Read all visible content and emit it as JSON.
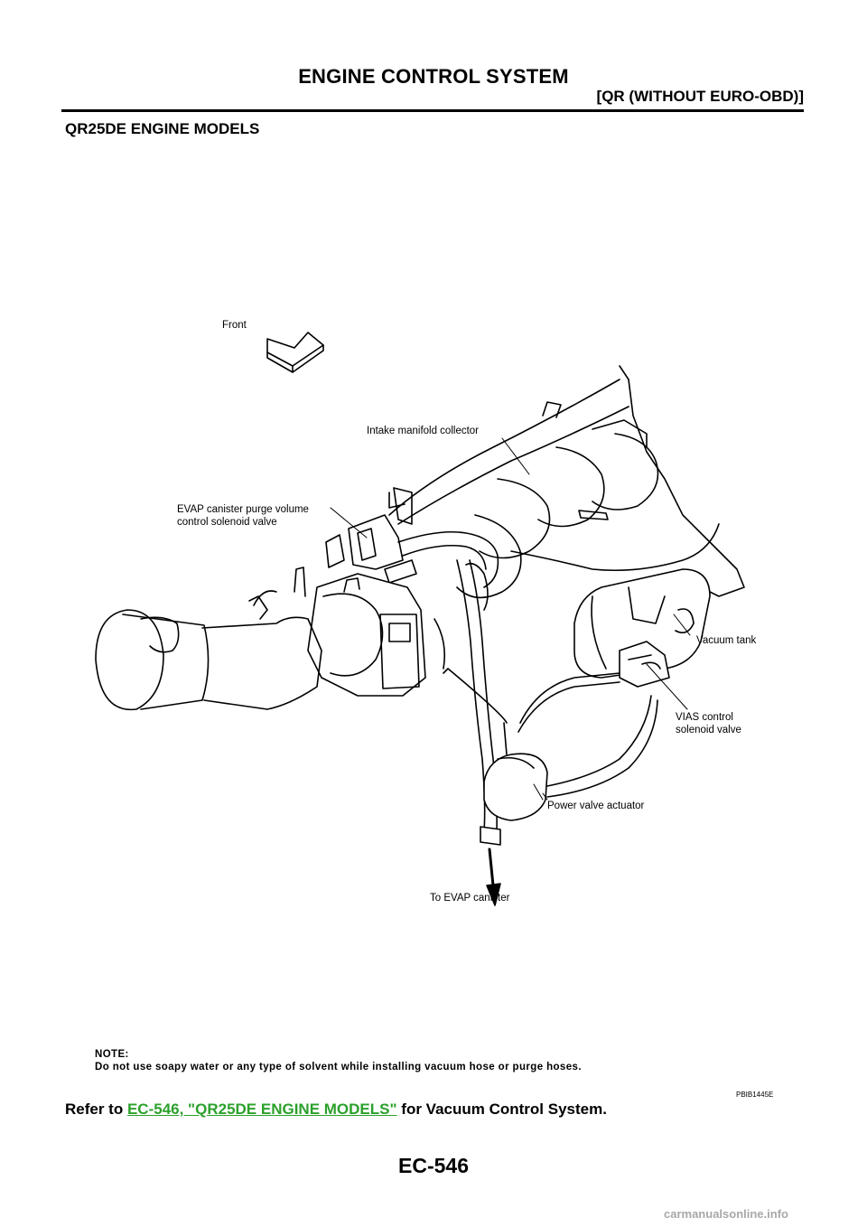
{
  "header": {
    "title": "ENGINE CONTROL SYSTEM",
    "subtitle": "[QR (WITHOUT EURO-OBD)]"
  },
  "section_title": "QR25DE ENGINE MODELS",
  "figure": {
    "labels": {
      "front": "Front",
      "intake": "Intake manifold collector",
      "evap1": "EVAP canister purge volume",
      "evap2": "control solenoid valve",
      "vacuum_tank": "Vacuum tank",
      "vias1": "VIAS control",
      "vias2": "solenoid valve",
      "power_valve": "Power valve actuator",
      "to_evap": "To EVAP canister"
    },
    "figure_id": "PBIB1445E"
  },
  "note": {
    "heading": "NOTE:",
    "text": "Do not use soapy water or any type of solvent while installing vacuum hose or purge hoses."
  },
  "reference": {
    "prefix": "Refer to",
    "link": "EC-546, \"QR25DE ENGINE MODELS\"",
    "suffix": "for Vacuum Control System.",
    "link_color": "#2ca02c"
  },
  "page_number": "EC-546",
  "watermark": "carmanualsonline.info"
}
